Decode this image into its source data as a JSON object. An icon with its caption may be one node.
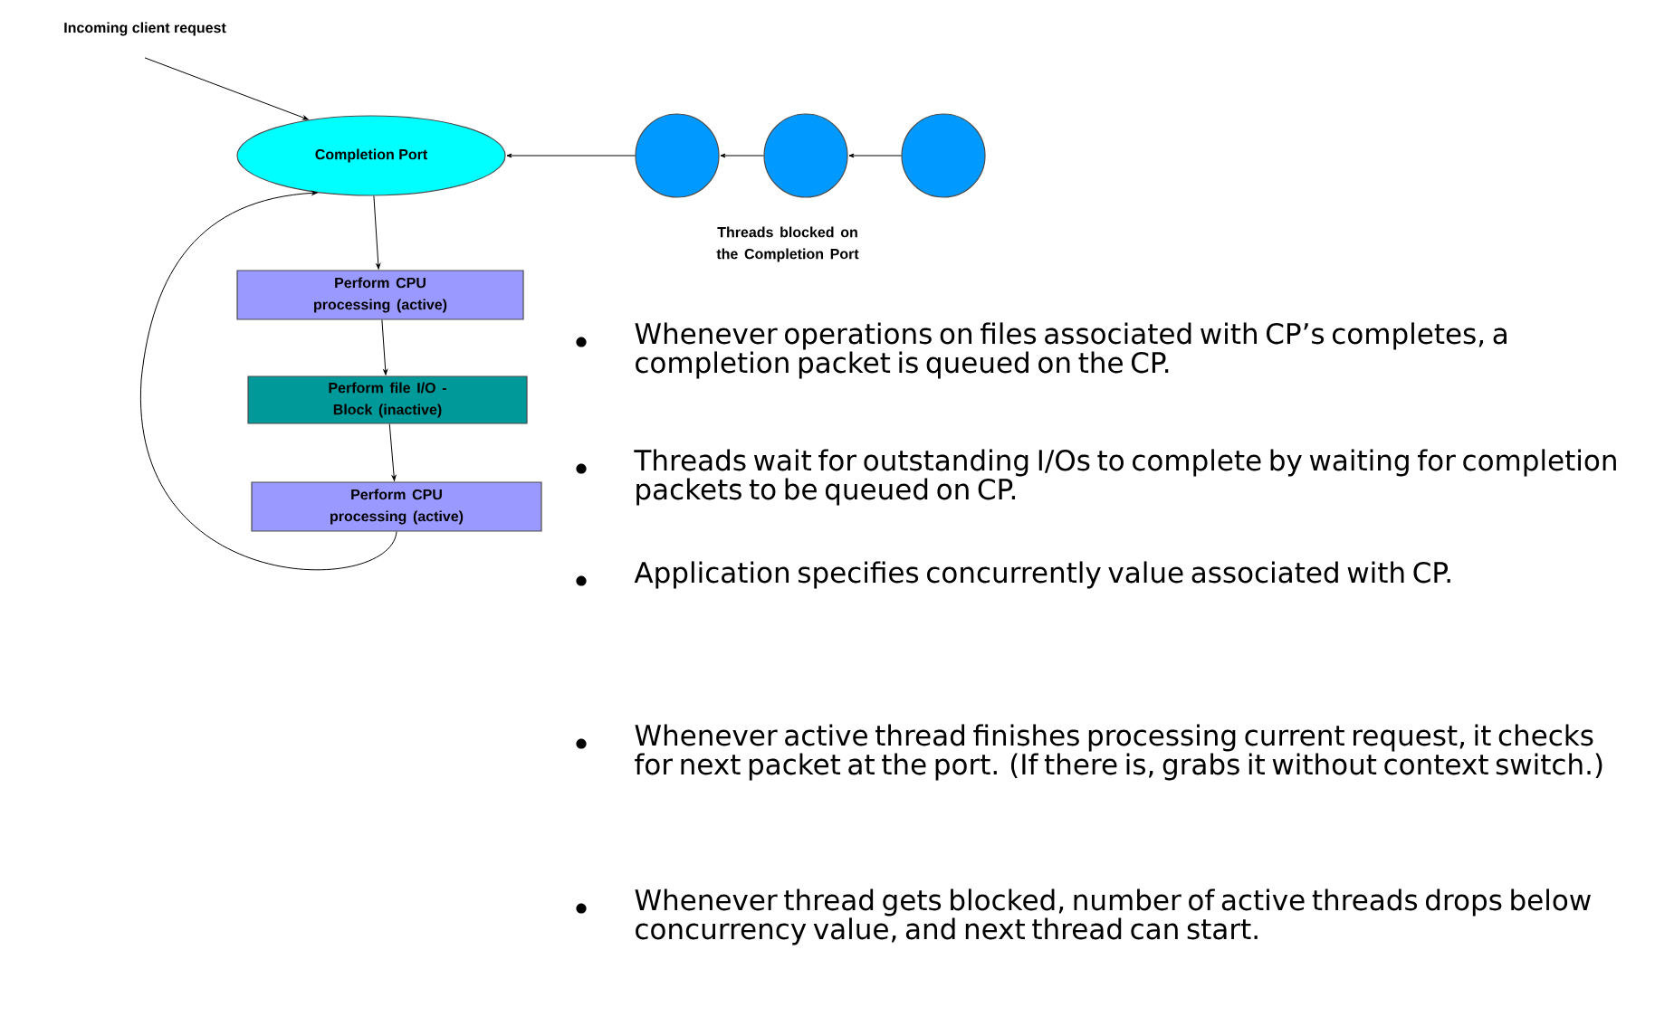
{
  "diagram": {
    "nodes": [
      {
        "text": [
          "Incoming  client request"
        ]
      },
      {
        "text": [
          "Completion Port"
        ]
      },
      {
        "text": [],
        "shape": "circle"
      },
      {
        "text": [],
        "shape": "circle"
      },
      {
        "text": [],
        "shape": "circle"
      },
      {
        "text": [
          "Perform CPU processing (active)"
        ]
      },
      {
        "text": [
          "Perform file I/O - Block (inactive)"
        ]
      },
      {
        "text": [
          "Perform CPU processing (active)"
        ]
      }
    ],
    "edges": [
      {
        "from": 0,
        "to": 1,
        "arrow": "to"
      },
      {
        "from": 2,
        "to": 1,
        "arrow": "to"
      },
      {
        "from": 3,
        "to": 2,
        "arrow": "to"
      },
      {
        "from": 4,
        "to": 3,
        "arrow": "to"
      },
      {
        "from": 1,
        "to": 5,
        "arrow": "to"
      },
      {
        "from": 5,
        "to": 6,
        "arrow": "to"
      },
      {
        "from": 6,
        "to": 7,
        "arrow": "to"
      },
      {
        "from": 7,
        "to": 1,
        "arrow": "to"
      }
    ],
    "labels": [
      "Threads blocked on the Completion Port",
      "Whenever operations on files associated with CP’s completes, a completion packet is queued on the CP.",
      "Threads wait for outstanding I/Os to complete by waiting for completion packets to be queued on CP.",
      "Application specifies concurrently value associated with CP.",
      "Whenever active thread finishes processing current request, it checks for next packet at the port. (If there is, grabs it without context switch.)",
      "Whenever thread gets blocked, number of active threads drops below concurrency value, and next thread can start."
    ]
  }
}
